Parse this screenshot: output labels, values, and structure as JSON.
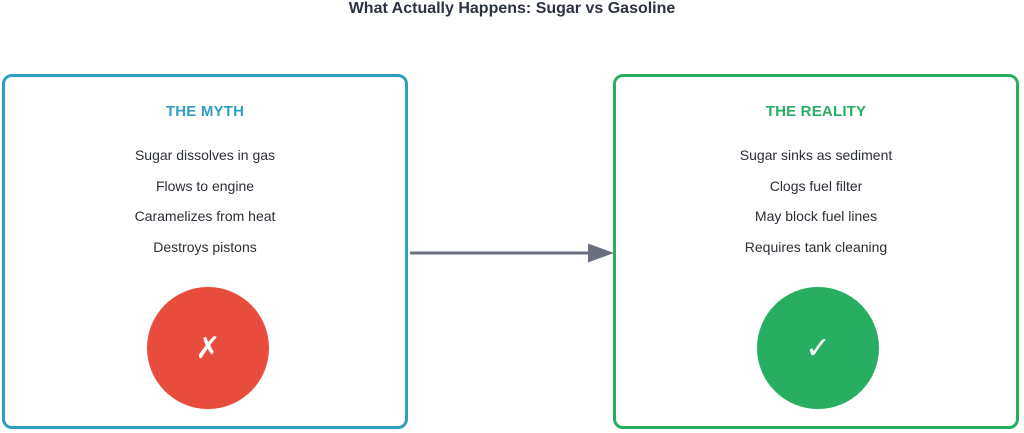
{
  "title": "What Actually Happens: Sugar vs Gasoline",
  "myth": {
    "heading": "THE MYTH",
    "items": [
      "Sugar dissolves in gas",
      "Flows to engine",
      "Caramelizes from heat",
      "Destroys pistons"
    ],
    "icon": "cross-mark-icon",
    "glyph": "✗",
    "border_color": "#2e9ec2",
    "heading_color": "#2e9ec2",
    "badge_color": "#e74c3c"
  },
  "reality": {
    "heading": "THE REALITY",
    "items": [
      "Sugar sinks as sediment",
      "Clogs fuel filter",
      "May block fuel lines",
      "Requires tank cleaning"
    ],
    "icon": "check-mark-icon",
    "glyph": "✓",
    "border_color": "#27ae60",
    "heading_color": "#27ae60",
    "badge_color": "#27ae60"
  },
  "connector_color": "#6b7080"
}
